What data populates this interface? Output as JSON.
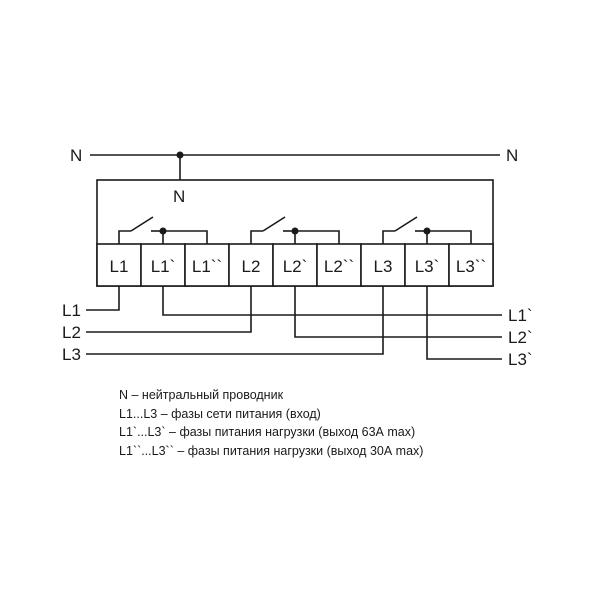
{
  "neutral": {
    "left_label": "N",
    "right_label": "N",
    "inner_label": "N"
  },
  "terminals": [
    "L1",
    "L1`",
    "L1``",
    "L2",
    "L2`",
    "L2``",
    "L3",
    "L3`",
    "L3``"
  ],
  "inputs": [
    "L1",
    "L2",
    "L3"
  ],
  "outputs": [
    "L1`",
    "L2`",
    "L3`"
  ],
  "legend": [
    "N – нейтральный проводник",
    "L1...L3 – фазы сети питания (вход)",
    "L1`...L3` – фазы питания нагрузки (выход 63А max)",
    "L1``...L3`` – фазы питания нагрузки (выход 30А max)"
  ]
}
